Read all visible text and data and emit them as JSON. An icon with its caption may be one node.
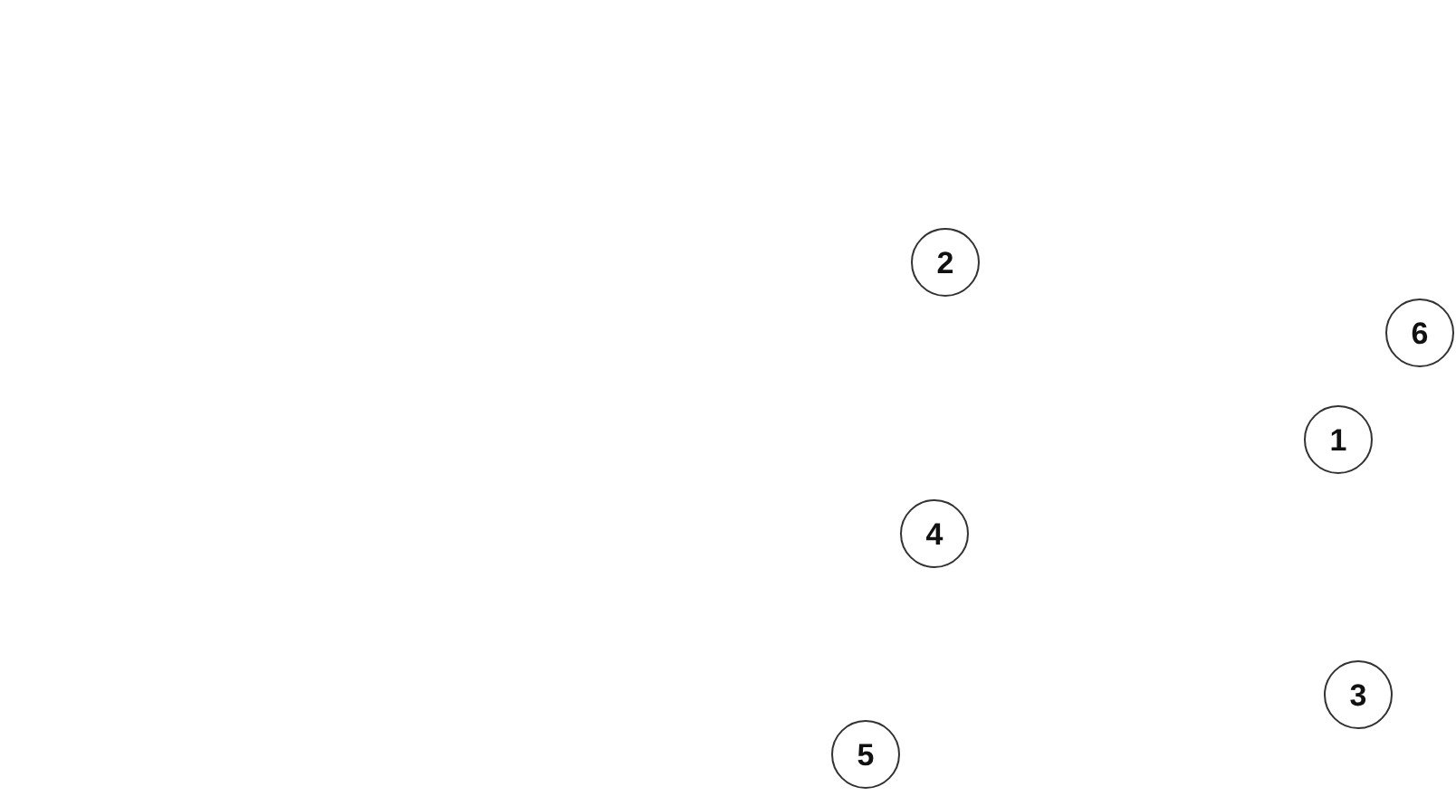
{
  "diagram": {
    "nodes": [
      {
        "text": [
          "2"
        ]
      },
      {
        "text": [
          "6"
        ]
      },
      {
        "text": [
          "1"
        ]
      },
      {
        "text": [
          "4"
        ]
      },
      {
        "text": [
          "3"
        ]
      },
      {
        "text": [
          "5"
        ]
      }
    ]
  }
}
